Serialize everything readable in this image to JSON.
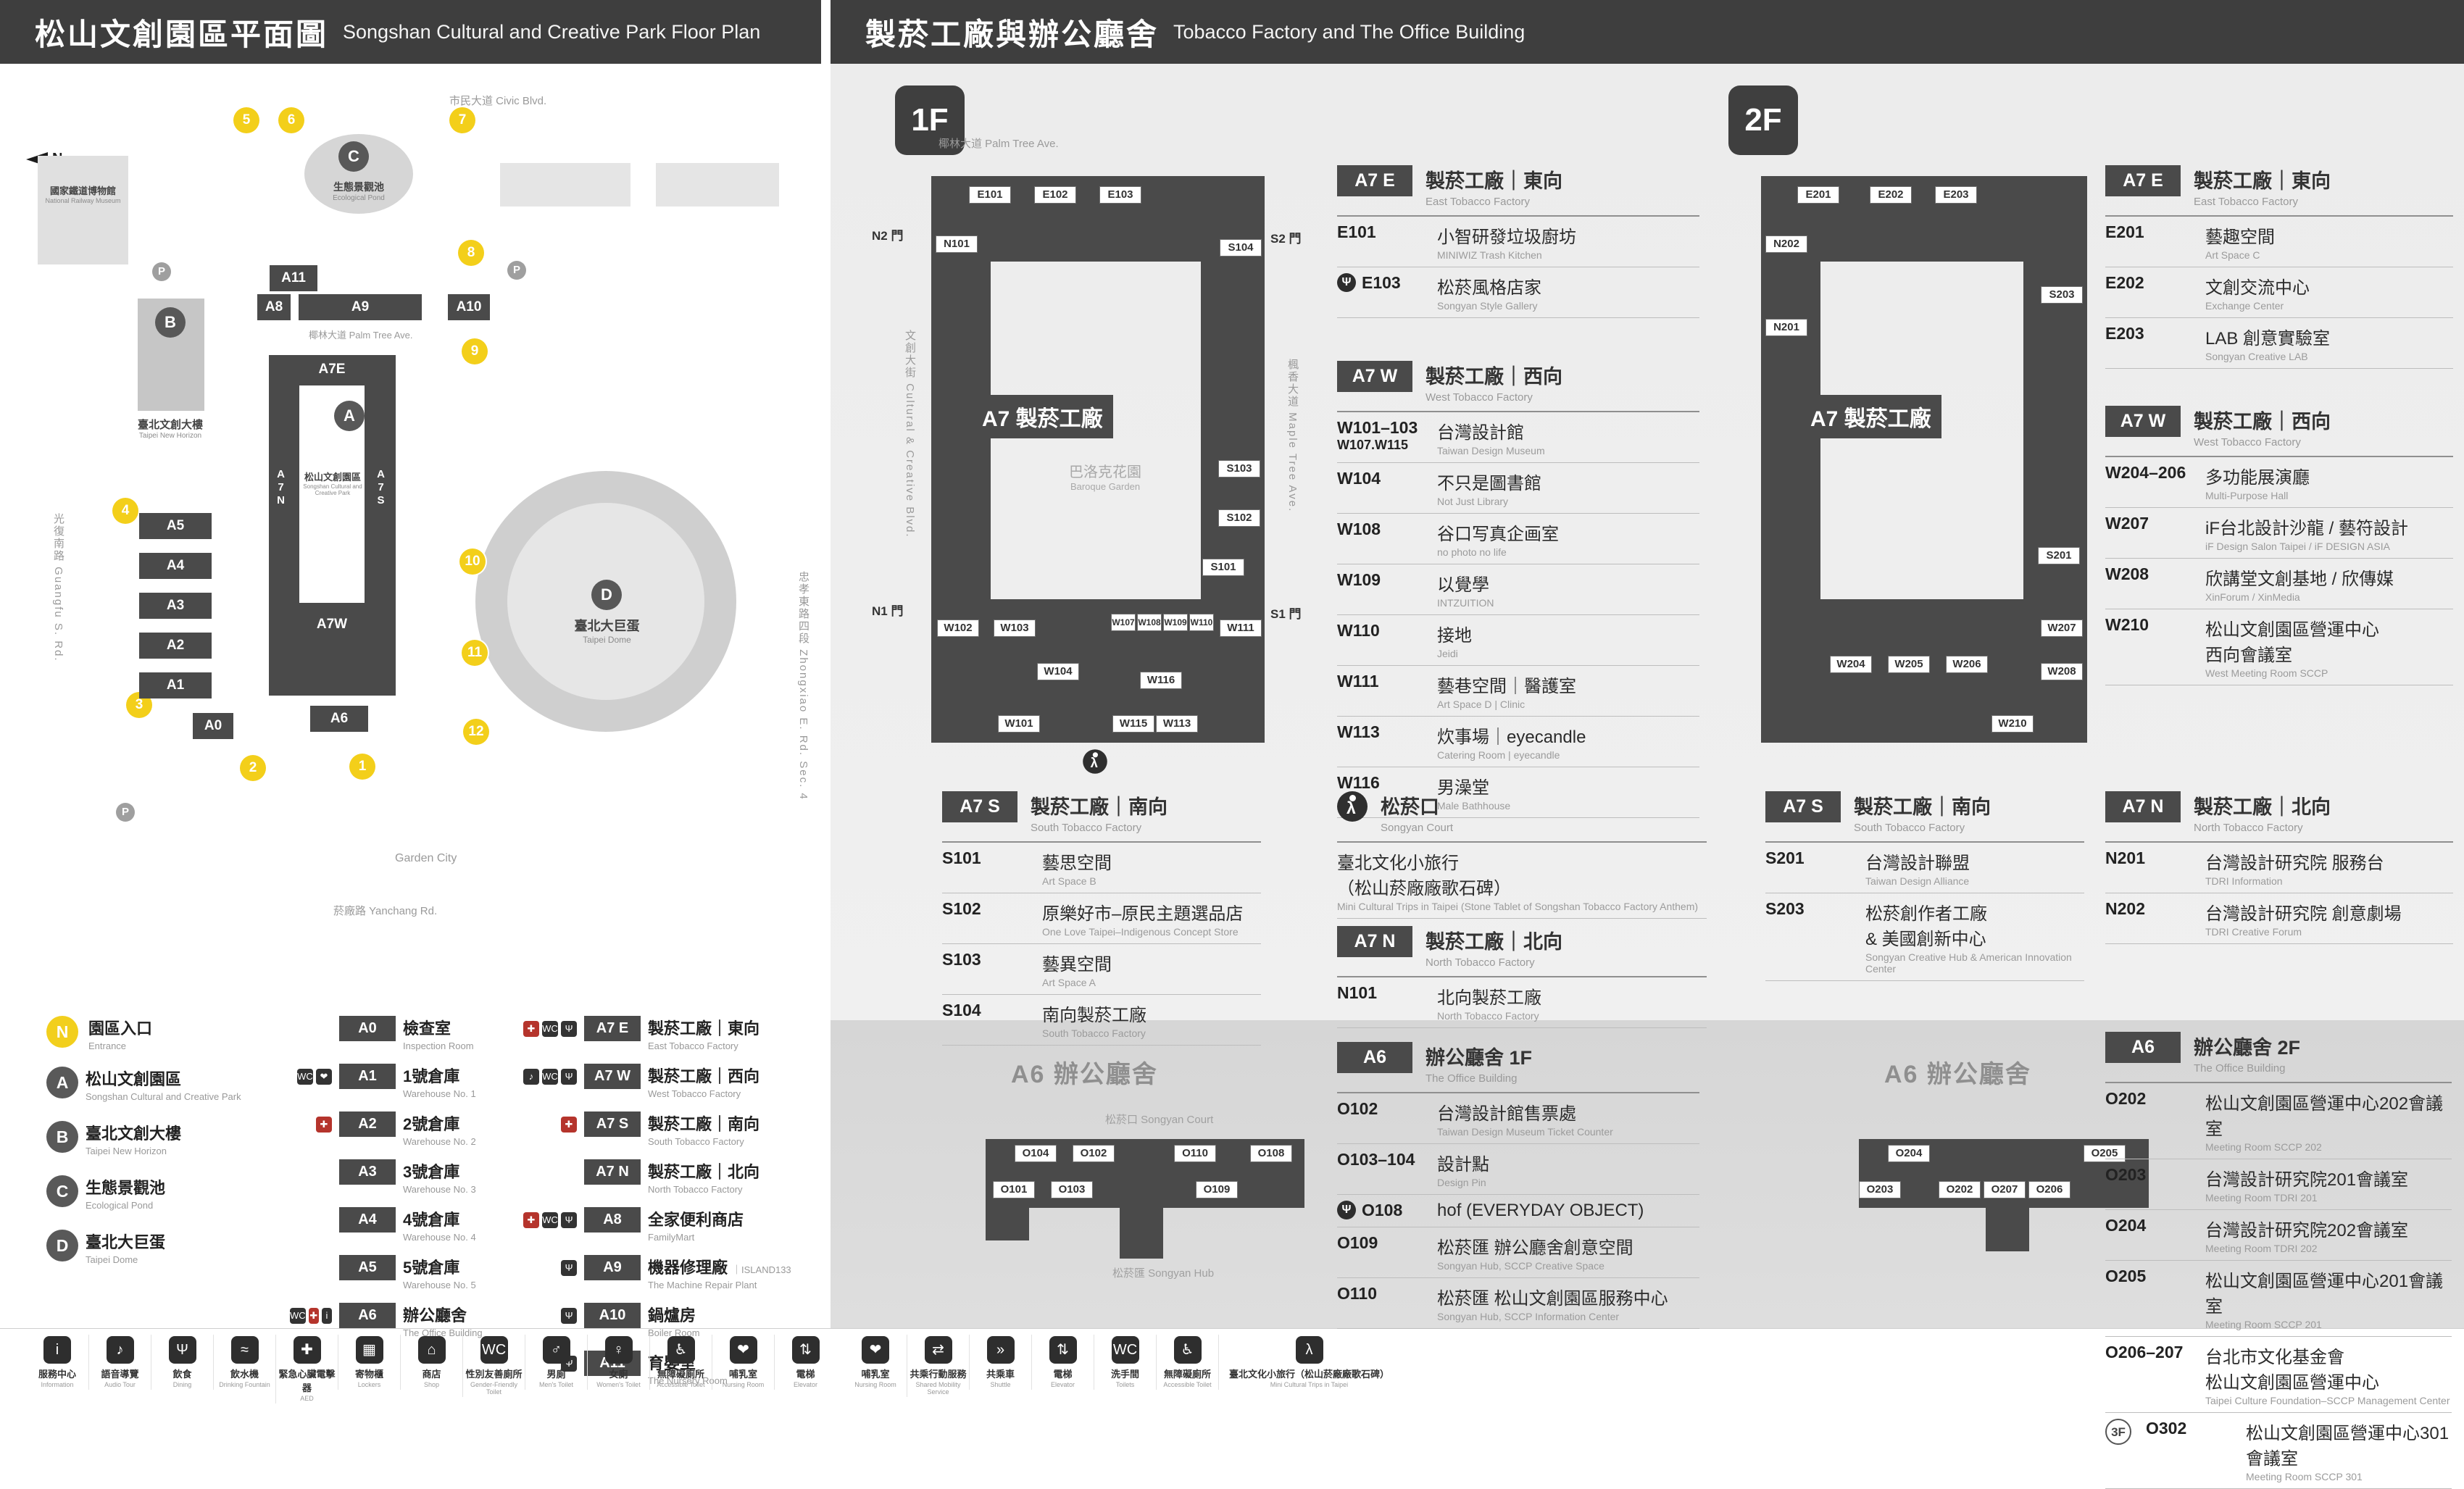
{
  "headers": {
    "left": {
      "zh": "松山文創園區平面圖",
      "en": "Songshan Cultural and Creative Park Floor Plan"
    },
    "right": {
      "zh": "製菸工廠與辦公廳舍",
      "en": "Tobacco Factory and The Office Building"
    }
  },
  "map": {
    "compass": "N",
    "entrances": [
      "1",
      "2",
      "3",
      "4",
      "5",
      "6",
      "7",
      "8",
      "9",
      "10",
      "11",
      "12"
    ],
    "badges": [
      "A",
      "B",
      "C",
      "D"
    ],
    "chips": [
      "A11",
      "A8",
      "A9",
      "A10",
      "A7E",
      "A7N",
      "A7S",
      "A7W",
      "A6",
      "A0",
      "A5",
      "A4",
      "A3",
      "A2",
      "A1"
    ],
    "labels": {
      "railway_zh": "國家鐵道博物館",
      "railway_en": "National Railway Museum",
      "pond_zh": "生態景觀池",
      "pond_en": "Ecological Pond",
      "new_horizon_zh": "臺北文創大樓",
      "new_horizon_en": "Taipei New Horizon",
      "park_zh": "松山文創園區",
      "park_en": "Songshan Cultural and Creative Park",
      "dome_zh": "臺北大巨蛋",
      "dome_en": "Taipei Dome",
      "garden_city": "Garden City",
      "street_top": "市民大道 Civic Blvd.",
      "street_left": "光復南路 Guangfu S. Rd.",
      "street_right": "忠孝東路四段 Zhongxiao E. Rd. Sec. 4",
      "street_bottom": "菸廠路 Yanchang Rd.",
      "palm": "椰林大道 Palm Tree Ave."
    }
  },
  "legend": {
    "entrance": {
      "badge": "N",
      "zh": "園區入口",
      "en": "Entrance"
    },
    "areas": [
      {
        "badge": "A",
        "zh": "松山文創園區",
        "en": "Songshan Cultural and Creative Park"
      },
      {
        "badge": "B",
        "zh": "臺北文創大樓",
        "en": "Taipei New Horizon"
      },
      {
        "badge": "C",
        "zh": "生態景觀池",
        "en": "Ecological Pond"
      },
      {
        "badge": "D",
        "zh": "臺北大巨蛋",
        "en": "Taipei Dome"
      }
    ],
    "col2": [
      {
        "code": "A0",
        "zh": "檢查室",
        "en": "Inspection Room",
        "icons": []
      },
      {
        "code": "A1",
        "zh": "1號倉庫",
        "en": "Warehouse No. 1",
        "icons": [
          "toilet",
          "nursing"
        ]
      },
      {
        "code": "A2",
        "zh": "2號倉庫",
        "en": "Warehouse No. 2",
        "icons": [
          "aed"
        ]
      },
      {
        "code": "A3",
        "zh": "3號倉庫",
        "en": "Warehouse No. 3",
        "icons": []
      },
      {
        "code": "A4",
        "zh": "4號倉庫",
        "en": "Warehouse No. 4",
        "icons": []
      },
      {
        "code": "A5",
        "zh": "5號倉庫",
        "en": "Warehouse No. 5",
        "icons": []
      },
      {
        "code": "A6",
        "zh": "辦公廳舍",
        "en": "The Office Building",
        "icons": [
          "toilet",
          "aed",
          "info"
        ]
      }
    ],
    "col3": [
      {
        "code": "A7 E",
        "zh": "製菸工廠｜東向",
        "en": "East Tobacco Factory",
        "icons": [
          "aed",
          "toilet",
          "dining"
        ]
      },
      {
        "code": "A7 W",
        "zh": "製菸工廠｜西向",
        "en": "West Tobacco Factory",
        "icons": [
          "audio",
          "toilet",
          "dining"
        ]
      },
      {
        "code": "A7 S",
        "zh": "製菸工廠｜南向",
        "en": "South Tobacco Factory",
        "icons": [
          "aed"
        ]
      },
      {
        "code": "A7 N",
        "zh": "製菸工廠｜北向",
        "en": "North Tobacco Factory",
        "icons": []
      },
      {
        "code": "A8",
        "zh": "全家便利商店",
        "en": "FamilyMart",
        "icons": [
          "aed",
          "toilet",
          "dining"
        ]
      },
      {
        "code": "A9",
        "zh": "機器修理廠",
        "en": "The Machine Repair Plant",
        "note": "ISLAND133",
        "icons": [
          "dining"
        ]
      },
      {
        "code": "A10",
        "zh": "鍋爐房",
        "en": "Boiler Room",
        "icons": [
          "dining"
        ]
      },
      {
        "code": "A11",
        "zh": "育嬰室",
        "en": "The Nursery Room",
        "icons": [
          "dining"
        ]
      }
    ]
  },
  "floor1": {
    "badge": "1F",
    "plan": {
      "center": "A7 製菸工廠",
      "courtyard_zh": "巴洛克花園",
      "courtyard_en": "Baroque Garden",
      "street_top": "椰林大道 Palm Tree Ave.",
      "street_left": "文創大街 Cultural & Creative Blvd.",
      "street_right": "楓香大道 Maple Tree Ave.",
      "gates": [
        "N2 門",
        "S2 門",
        "N1 門",
        "S1 門"
      ],
      "rooms": [
        "E101",
        "E102",
        "E103",
        "N101",
        "S104",
        "S103",
        "S102",
        "S101",
        "W102",
        "W103",
        "W104",
        "W107",
        "W108",
        "W109",
        "W110",
        "W111",
        "W116",
        "W101",
        "W115",
        "W113"
      ]
    },
    "sections": [
      {
        "code": "A7 E",
        "zh": "製菸工廠｜東向",
        "en": "East Tobacco Factory",
        "items": [
          {
            "code": "E101",
            "zh": "小智研發垃圾廚坊",
            "en": "MINIWIZ Trash Kitchen"
          },
          {
            "code": "E103",
            "zh": "松菸風格店家",
            "en": "Songyan Style Gallery",
            "icon": "dining"
          }
        ]
      },
      {
        "code": "A7 W",
        "zh": "製菸工廠｜西向",
        "en": "West Tobacco Factory",
        "items": [
          {
            "code": "W101–103",
            "code2": "W107.W115",
            "zh": "台灣設計館",
            "en": "Taiwan Design Museum"
          },
          {
            "code": "W104",
            "zh": "不只是圖書館",
            "en": "Not Just Library"
          },
          {
            "code": "W108",
            "zh": "谷口写真企画室",
            "en": "no photo no life"
          },
          {
            "code": "W109",
            "zh": "以覺學",
            "en": "INTZUITION"
          },
          {
            "code": "W110",
            "zh": "接地",
            "en": "Jeidi"
          },
          {
            "code": "W111",
            "zh": "藝巷空間｜醫護室",
            "en": "Art Space D | Clinic"
          },
          {
            "code": "W113",
            "zh": "炊事場｜eyecandle",
            "en": "Catering Room | eyecandle"
          },
          {
            "code": "W116",
            "zh": "男澡堂",
            "en": "Male Bathhouse"
          }
        ]
      },
      {
        "code": "A7 S",
        "zh": "製菸工廠｜南向",
        "en": "South Tobacco Factory",
        "items": [
          {
            "code": "S101",
            "zh": "藝思空間",
            "en": "Art Space B"
          },
          {
            "code": "S102",
            "zh": "原樂好市–原民主題選品店",
            "en": "One Love Taipei–Indigenous Concept Store"
          },
          {
            "code": "S103",
            "zh": "藝異空間",
            "en": "Art Space A"
          },
          {
            "code": "S104",
            "zh": "南向製菸工廠",
            "en": "South Tobacco Factory"
          }
        ]
      },
      {
        "icon": "walk",
        "zh": "松菸口",
        "en": "Songyan Court",
        "items": [
          {
            "zh": "臺北文化小旅行",
            "zh2": "（松山菸廠廠歌石碑）",
            "en": "Mini Cultural Trips in Taipei (Stone Tablet of Songshan Tobacco Factory Anthem)"
          }
        ]
      },
      {
        "code": "A7 N",
        "zh": "製菸工廠｜北向",
        "en": "North Tobacco Factory",
        "items": [
          {
            "code": "N101",
            "zh": "北向製菸工廠",
            "en": "North Tobacco Factory"
          }
        ]
      }
    ]
  },
  "floor2": {
    "badge": "2F",
    "plan": {
      "center": "A7 製菸工廠",
      "rooms": [
        "E201",
        "E202",
        "E203",
        "N202",
        "N201",
        "S203",
        "S201",
        "W204",
        "W205",
        "W206",
        "W207",
        "W208",
        "W210"
      ]
    },
    "sections": [
      {
        "code": "A7 E",
        "zh": "製菸工廠｜東向",
        "en": "East Tobacco Factory",
        "items": [
          {
            "code": "E201",
            "zh": "藝趣空間",
            "en": "Art Space C"
          },
          {
            "code": "E202",
            "zh": "文創交流中心",
            "en": "Exchange Center"
          },
          {
            "code": "E203",
            "zh": "LAB 創意實驗室",
            "en": "Songyan Creative LAB"
          }
        ]
      },
      {
        "code": "A7 W",
        "zh": "製菸工廠｜西向",
        "en": "West Tobacco Factory",
        "items": [
          {
            "code": "W204–206",
            "zh": "多功能展演廳",
            "en": "Multi-Purpose Hall"
          },
          {
            "code": "W207",
            "zh": "iF台北設計沙龍 / 藝符設計",
            "en": "iF Design Salon Taipei / iF DESIGN ASIA"
          },
          {
            "code": "W208",
            "zh": "欣講堂文創基地 / 欣傳媒",
            "en": "XinForum / XinMedia"
          },
          {
            "code": "W210",
            "zh": "松山文創園區營運中心",
            "zh2": "西向會議室",
            "en": "West Meeting Room SCCP"
          }
        ]
      },
      {
        "code": "A7 S",
        "zh": "製菸工廠｜南向",
        "en": "South Tobacco Factory",
        "items": [
          {
            "code": "S201",
            "zh": "台灣設計聯盟",
            "en": "Taiwan Design Alliance"
          },
          {
            "code": "S203",
            "zh": "松菸創作者工廠",
            "zh2": "& 美國創新中心",
            "en": "Songyan Creative Hub & American Innovation Center"
          }
        ]
      },
      {
        "code": "A7 N",
        "zh": "製菸工廠｜北向",
        "en": "North Tobacco Factory",
        "items": [
          {
            "code": "N201",
            "zh": "台灣設計研究院 服務台",
            "en": "TDRI Information"
          },
          {
            "code": "N202",
            "zh": "台灣設計研究院 創意劇場",
            "en": "TDRI Creative Forum"
          }
        ]
      }
    ]
  },
  "a6f1": {
    "title": "A6 辦公廳舍",
    "court_label": "松菸口 Songyan Court",
    "hub_label": "松菸匯 Songyan Hub",
    "rooms": [
      "O104",
      "O102",
      "O110",
      "O108",
      "O101",
      "O103",
      "O109"
    ],
    "section": {
      "code": "A6",
      "zh": "辦公廳舍 1F",
      "en": "The Office Building",
      "items": [
        {
          "code": "O102",
          "zh": "台灣設計館售票處",
          "en": "Taiwan Design Museum Ticket Counter"
        },
        {
          "code": "O103–104",
          "zh": "設計點",
          "en": "Design Pin"
        },
        {
          "code": "O108",
          "zh": "hof (EVERYDAY OBJECT)",
          "icon": "dining"
        },
        {
          "code": "O109",
          "zh": "松菸匯 辦公廳舍創意空間",
          "en": "Songyan Hub, SCCP Creative Space"
        },
        {
          "code": "O110",
          "zh": "松菸匯 松山文創園區服務中心",
          "en": "Songyan Hub, SCCP Information Center"
        }
      ]
    }
  },
  "a6f2": {
    "title": "A6 辦公廳舍",
    "rooms": [
      "O204",
      "O205",
      "O203",
      "O202",
      "O207",
      "O206"
    ],
    "section": {
      "code": "A6",
      "zh": "辦公廳舍 2F",
      "en": "The Office Building",
      "items": [
        {
          "code": "O202",
          "zh": "松山文創園區營運中心202會議室",
          "en": "Meeting Room SCCP 202"
        },
        {
          "code": "O203",
          "zh": "台灣設計研究院201會議室",
          "en": "Meeting Room TDRI 201"
        },
        {
          "code": "O204",
          "zh": "台灣設計研究院202會議室",
          "en": "Meeting Room TDRI 202"
        },
        {
          "code": "O205",
          "zh": "松山文創園區營運中心201會議室",
          "en": "Meeting Room SCCP 201"
        },
        {
          "code": "O206–207",
          "zh": "台北市文化基金會",
          "zh2": "松山文創園區營運中心",
          "en": "Taipei Culture Foundation–SCCP Management Center"
        },
        {
          "code": "O302",
          "badge": "3F",
          "zh": "松山文創園區營運中心301會議室",
          "en": "Meeting Room SCCP 301"
        }
      ]
    }
  },
  "footer_left": [
    {
      "name": "info",
      "zh": "服務中心",
      "en": "Information"
    },
    {
      "name": "audio",
      "zh": "語音導覽",
      "en": "Audio Tour"
    },
    {
      "name": "dining",
      "zh": "飲食",
      "en": "Dining"
    },
    {
      "name": "water",
      "zh": "飲水機",
      "en": "Drinking Fountain"
    },
    {
      "name": "aed",
      "zh": "緊急心臟電擊器",
      "en": "AED"
    },
    {
      "name": "locker",
      "zh": "寄物櫃",
      "en": "Lockers"
    },
    {
      "name": "shop",
      "zh": "商店",
      "en": "Shop"
    },
    {
      "name": "gender",
      "zh": "性別友善廁所",
      "en": "Gender-Friendly Toilet"
    },
    {
      "name": "mens",
      "zh": "男廁",
      "en": "Men's Toilet"
    },
    {
      "name": "womens",
      "zh": "女廁",
      "en": "Women's Toilet"
    },
    {
      "name": "accessible",
      "zh": "無障礙廁所",
      "en": "Accessible Toilet"
    },
    {
      "name": "nursing",
      "zh": "哺乳室",
      "en": "Nursing Room"
    },
    {
      "name": "elevator",
      "zh": "電梯",
      "en": "Elevator"
    }
  ],
  "footer_right": [
    {
      "name": "nursing",
      "zh": "哺乳室",
      "en": "Nursing Room"
    },
    {
      "name": "shared",
      "zh": "共乘行動服務",
      "en": "Shared Mobility Service"
    },
    {
      "name": "shuttle",
      "zh": "共乘車",
      "en": "Shuttle"
    },
    {
      "name": "elevator",
      "zh": "電梯",
      "en": "Elevator"
    },
    {
      "name": "toilets",
      "zh": "洗手間",
      "en": "Toilets"
    },
    {
      "name": "accessible",
      "zh": "無障礙廁所",
      "en": "Accessible Toilet"
    },
    {
      "name": "minitrips",
      "zh": "臺北文化小旅行（松山菸廠廠歌石碑）",
      "en": "Mini Cultural Trips in Taipei"
    }
  ]
}
